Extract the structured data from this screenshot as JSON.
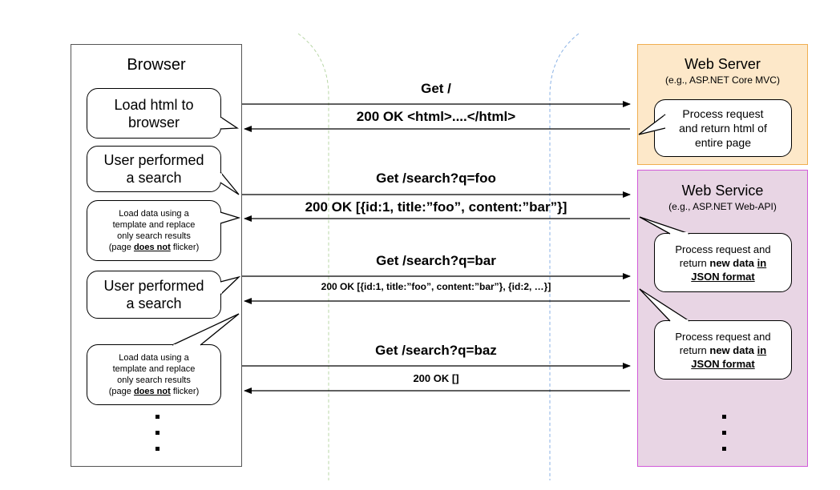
{
  "colors": {
    "web_server_fill": "#fde8c9",
    "web_server_border": "#f0ae50",
    "web_service_fill": "#e8d5e4",
    "web_service_border": "#d25ad9",
    "divider_green": "#b9d7a7",
    "divider_blue": "#8ab2e5"
  },
  "browser": {
    "title": "Browser",
    "bubbles": [
      {
        "lines": [
          "Load html to",
          "browser"
        ]
      },
      {
        "lines": [
          "User performed",
          "a search"
        ]
      },
      {
        "lines": [
          "Load data using a",
          "template and replace",
          "only search results"
        ],
        "last_prefix": "(page ",
        "last_bold": "does not",
        "last_suffix": " flicker)"
      },
      {
        "lines": [
          "User performed",
          "a search"
        ]
      },
      {
        "lines": [
          "Load data using a",
          "template and replace",
          "only search results"
        ],
        "last_prefix": "(page ",
        "last_bold": "does not",
        "last_suffix": " flicker)"
      }
    ]
  },
  "web_server": {
    "title": "Web Server",
    "subtitle": "(e.g., ASP.NET Core MVC)",
    "bubble_lines": [
      "Process request",
      "and return html of",
      "entire page"
    ]
  },
  "web_service": {
    "title": "Web Service",
    "subtitle": "(e.g., ASP.NET Web-API)",
    "bubbles": [
      {
        "line1": "Process request and",
        "line2_prefix": "return ",
        "line2_bold": "new data",
        "line2_space": " ",
        "line2_underline": "in",
        "line3": "JSON format"
      },
      {
        "line1": "Process request and",
        "line2_prefix": "return ",
        "line2_bold": "new data",
        "line2_space": " ",
        "line2_underline": "in",
        "line3": "JSON format"
      }
    ]
  },
  "messages": [
    {
      "text": "Get /"
    },
    {
      "text": "200 OK <html>....</html>"
    },
    {
      "text": "Get /search?q=foo"
    },
    {
      "text": "200 OK [{id:1, title:”foo”, content:”bar”}]"
    },
    {
      "text": "Get /search?q=bar"
    },
    {
      "text": "200 OK [{id:1, title:”foo”, content:”bar”}, {id:2, …}]"
    },
    {
      "text": "Get /search?q=baz"
    },
    {
      "text": "200 OK []"
    }
  ]
}
